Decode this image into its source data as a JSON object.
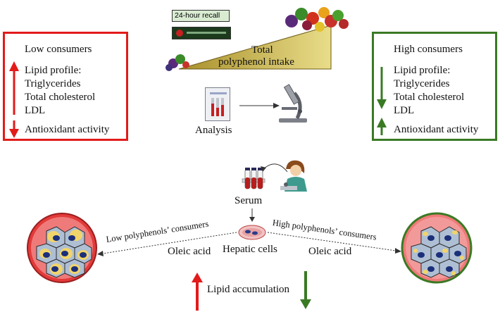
{
  "low_box": {
    "title": "Low consumers",
    "lipid_profile": "Lipid profile:",
    "triglycerides": "Triglycerides",
    "total_cholesterol": "Total cholesterol",
    "ldl": "LDL",
    "antioxidant": "Antioxidant activity",
    "color": "#e21b1b"
  },
  "high_box": {
    "title": "High consumers",
    "lipid_profile": "Lipid profile:",
    "triglycerides": "Triglycerides",
    "total_cholesterol": "Total cholesterol",
    "ldl": "LDL",
    "antioxidant": "Antioxidant activity",
    "color": "#3a7a24"
  },
  "top": {
    "recall_badge": "24-hour recall",
    "intake_label_1": "Total",
    "intake_label_2": "polyphenol intake",
    "analysis": "Analysis"
  },
  "bottom": {
    "serum": "Serum",
    "hepatic": "Hepatic cells",
    "low_arrow": "Low polyphenols’ consumers",
    "high_arrow": "High polyphenols’ consumers",
    "oleic_left": "Oleic acid",
    "oleic_right": "Oleic acid",
    "lipid_accumulation": "Lipid accumulation"
  },
  "colors": {
    "up": "#e21b1b",
    "down": "#3a7a24"
  }
}
